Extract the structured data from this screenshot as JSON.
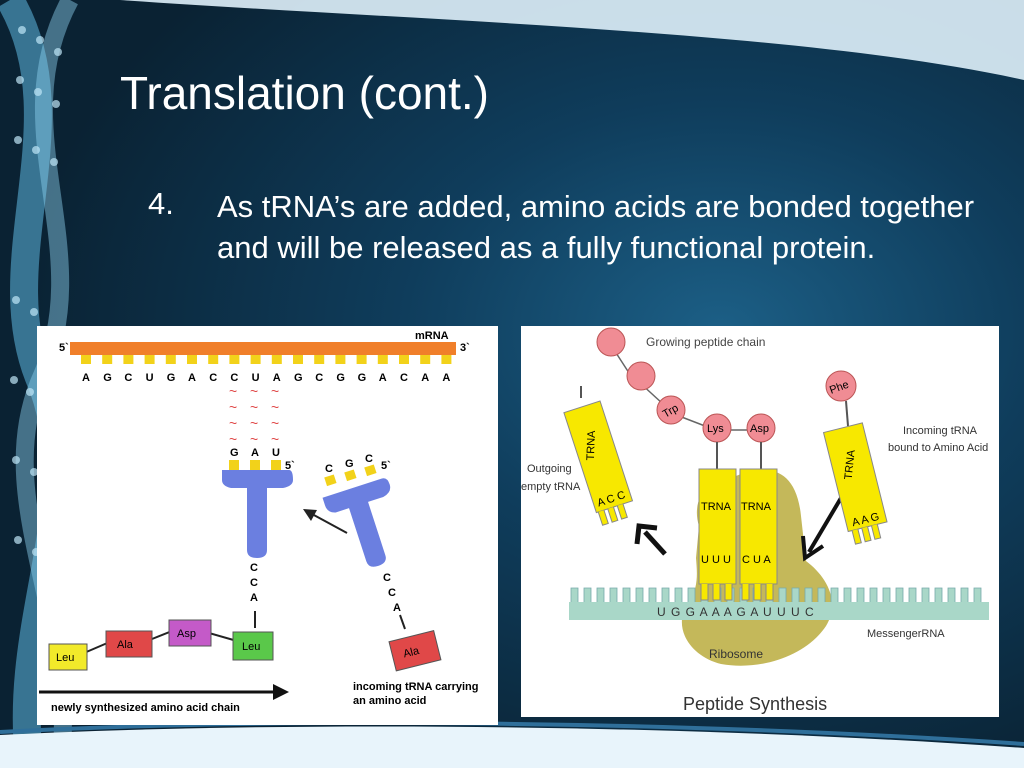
{
  "slide": {
    "title": "Translation (cont.)",
    "bullet_number": "4.",
    "bullet_text": "As tRNA’s are added, amino acids are bonded together and will be released as a fully functional protein."
  },
  "figure_left": {
    "mrna_label": "mRNA",
    "five_prime": "5`",
    "three_prime": "3`",
    "codon_bases": [
      "A",
      "G",
      "C",
      "U",
      "G",
      "A",
      "C",
      "C",
      "U",
      "A",
      "G",
      "C",
      "G",
      "G",
      "A",
      "C",
      "A",
      "A"
    ],
    "pairing_mark": "~",
    "anticodon_attached": [
      "G",
      "A",
      "U"
    ],
    "attached_five_prime": "5`",
    "attached_cca": [
      "C",
      "C",
      "A"
    ],
    "incoming_anticodon": [
      "C",
      "G",
      "C"
    ],
    "incoming_five_prime": "5`",
    "incoming_cca": [
      "C",
      "C",
      "A"
    ],
    "chain": [
      "Leu",
      "Ala",
      "Asp",
      "Leu"
    ],
    "incoming_amino": "Ala",
    "chain_caption": "newly synthesized amino acid chain",
    "incoming_caption_line1": "incoming tRNA carrying",
    "incoming_caption_line2": "an amino acid",
    "colors": {
      "mrna": "#f07f2a",
      "base": "#f2d21a",
      "trna": "#6b7fe0",
      "leu": "#f2ea2a",
      "ala": "#e04848",
      "asp": "#c45ac8",
      "leu_green": "#5ac84a"
    }
  },
  "figure_right": {
    "growing_chain_label": "Growing peptide chain",
    "trp": "Trp",
    "lys": "Lys",
    "asp": "Asp",
    "phe": "Phe",
    "trna": "TRNA",
    "outgoing_line1": "Outgoing",
    "outgoing_line2": "empty tRNA",
    "outgoing_anticodon": "A C C",
    "incoming_line1": "Incoming  tRNA",
    "incoming_line2": "bound to Amino Acid",
    "incoming_anticodon": "A A G",
    "anticodon_lys": "U U U",
    "anticodon_asp": "C U A",
    "mrna_sequence": "U G G A A A G A U U U C",
    "messenger_label": "MessengerRNA",
    "ribosome_label": "Ribosome",
    "caption": "Peptide Synthesis",
    "colors": {
      "trna": "#f7e800",
      "ribosome": "#c4b85a",
      "mrna": "#a9d7c8",
      "amino": "#f08c94"
    }
  }
}
